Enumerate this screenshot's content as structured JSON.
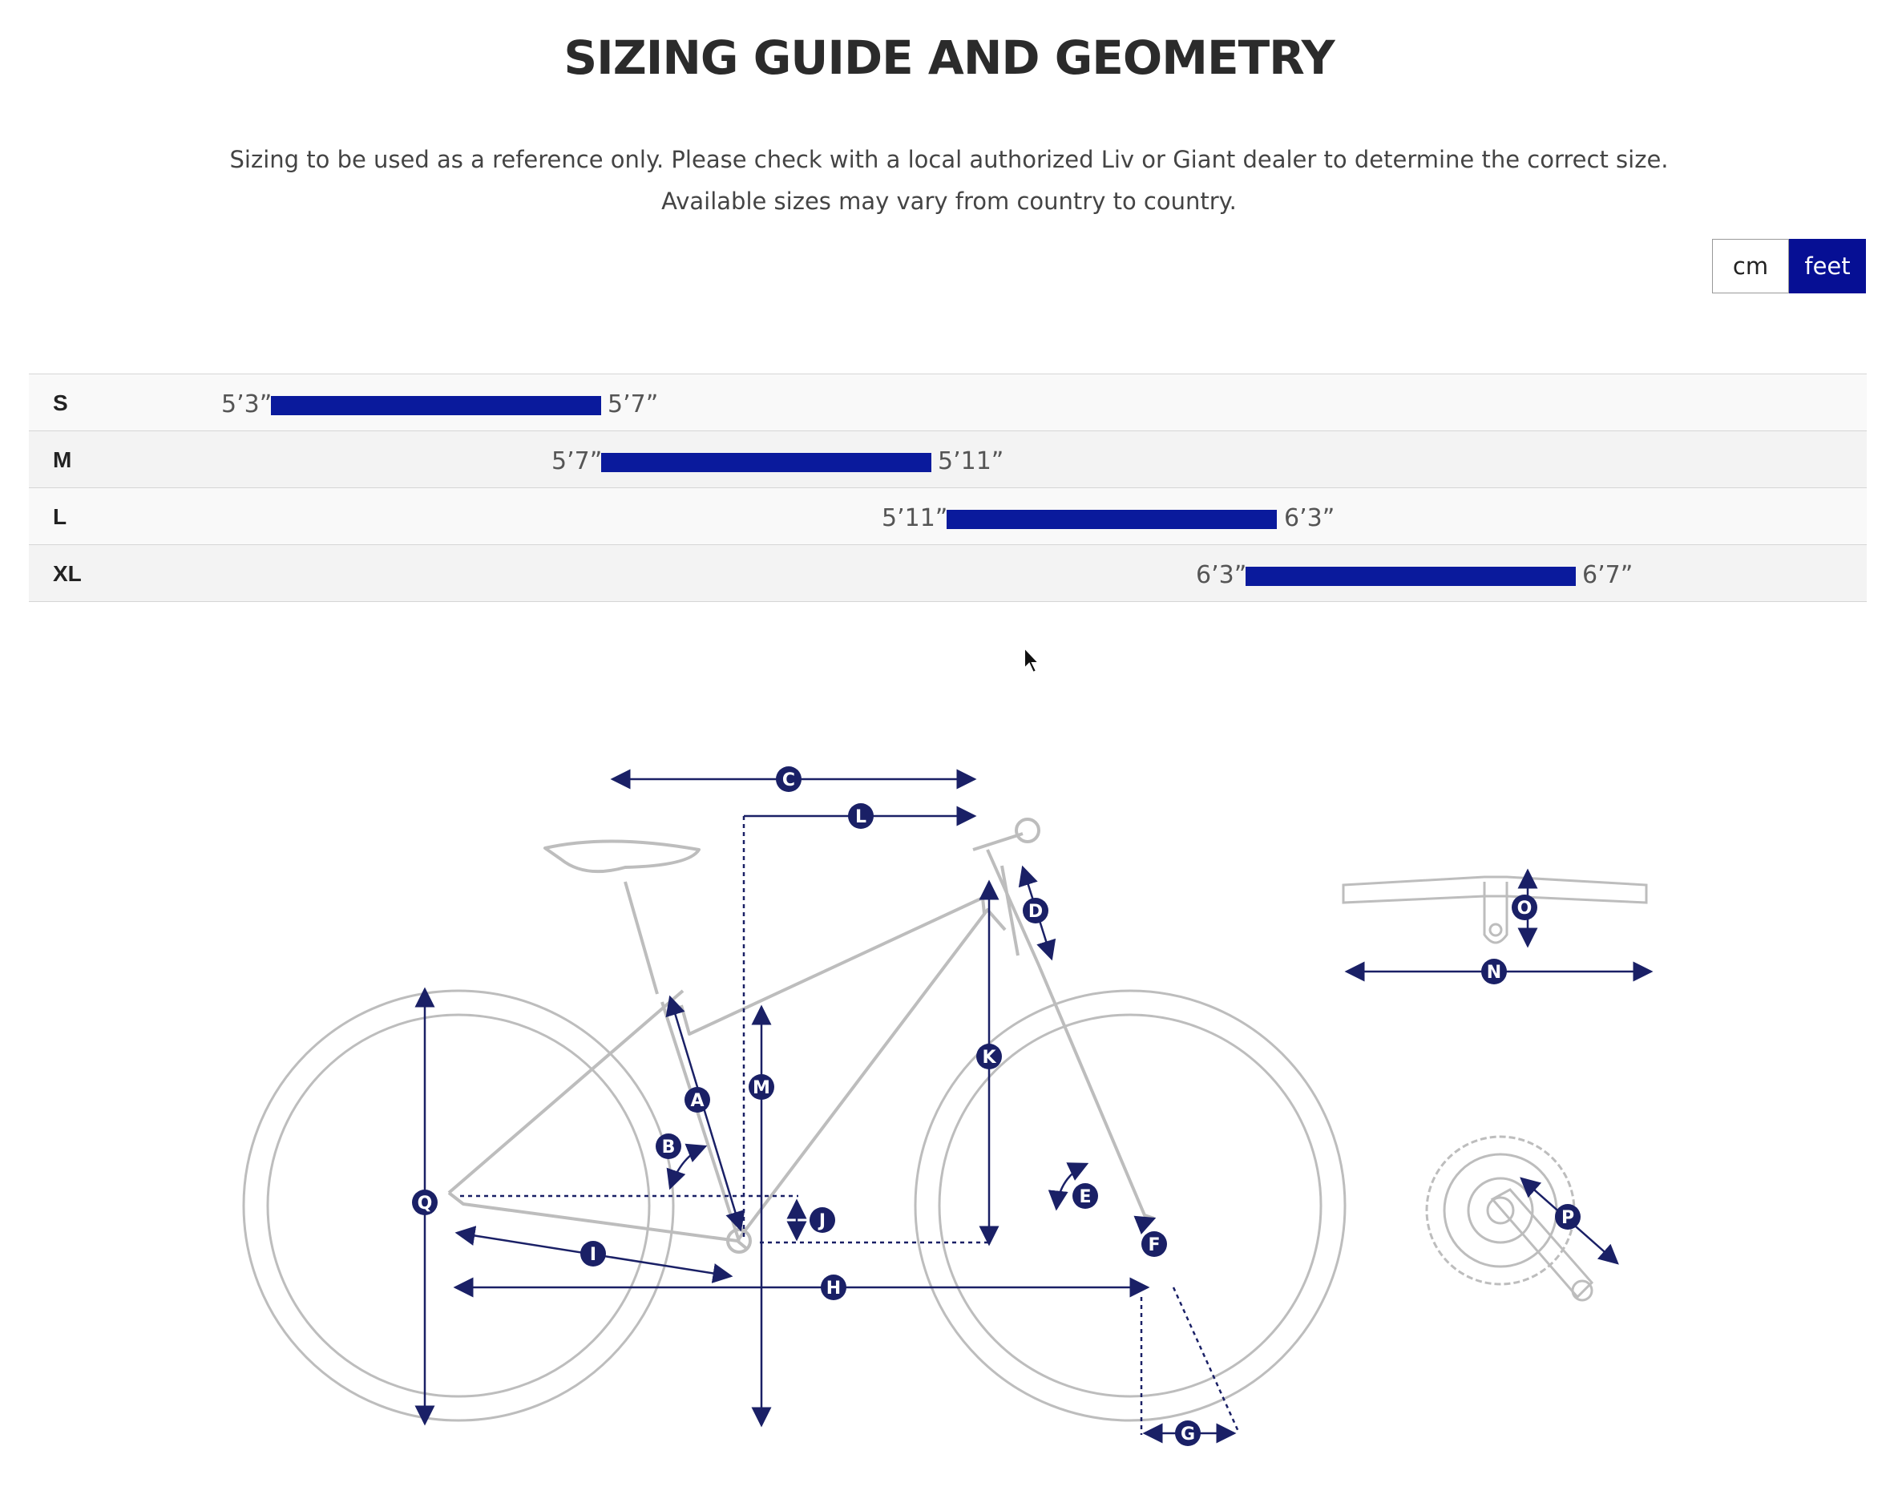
{
  "page": {
    "title": "SIZING GUIDE AND GEOMETRY",
    "note_line1": "Sizing to be used as a reference only. Please check with a local authorized Liv or Giant dealer to determine the correct size.",
    "note_line2": "Available sizes may vary from country to country."
  },
  "units": {
    "cm_label": "cm",
    "feet_label": "feet",
    "selected": "feet"
  },
  "colors": {
    "accent": "#060f94",
    "bar": "#0a1a9c",
    "frame": "#bdbdbd",
    "dimension": "#1a2066"
  },
  "sizes": [
    {
      "size": "S",
      "min": "5’3”",
      "max": "5’7”"
    },
    {
      "size": "M",
      "min": "5’7”",
      "max": "5’11”"
    },
    {
      "size": "L",
      "min": "5’11”",
      "max": "6’3”"
    },
    {
      "size": "XL",
      "min": "6’3”",
      "max": "6’7”"
    }
  ],
  "geometry_labels": [
    "A",
    "B",
    "C",
    "D",
    "E",
    "F",
    "G",
    "H",
    "I",
    "J",
    "K",
    "L",
    "M",
    "N",
    "O",
    "P",
    "Q"
  ],
  "icons": {
    "cursor": "mouse-pointer-icon",
    "bike": "bike-geometry-diagram",
    "handlebar": "handlebar-icon",
    "crankset": "crankset-icon"
  }
}
